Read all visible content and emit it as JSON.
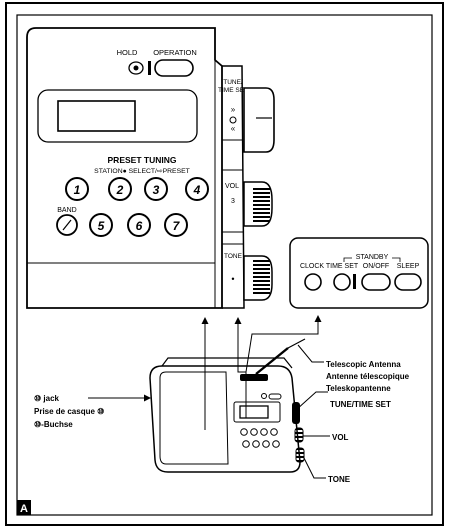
{
  "top": {
    "hold": "HOLD",
    "operation": "OPERATION",
    "tune_line1": "TUNE/",
    "tune_line2": "TIME SET",
    "preset_title": "PRESET TUNING",
    "preset_sub": "STATION● SELECT/⇨PRESET",
    "band": "BAND",
    "preset_buttons": [
      "1",
      "2",
      "3",
      "4",
      "5",
      "6",
      "7"
    ],
    "vol": "VOL",
    "vol_step": "3",
    "tone": "TONE",
    "tone_dot": "•"
  },
  "clock_panel": {
    "standby": "STANDBY",
    "clock": "CLOCK",
    "time_set": "TIME SET",
    "on_off": "ON/OFF",
    "sleep": "SLEEP"
  },
  "callouts": {
    "jack_en": "⑩ jack",
    "jack_fr": "Prise de casque ⑩",
    "jack_de": "⑩-Buchse",
    "antenna_en": "Telescopic Antenna",
    "antenna_fr": "Antenne télescopique",
    "antenna_de": "Teleskopantenne",
    "tune_time_set": "TUNE/TIME SET",
    "vol": "VOL",
    "tone": "TONE"
  },
  "label_letter": "A"
}
